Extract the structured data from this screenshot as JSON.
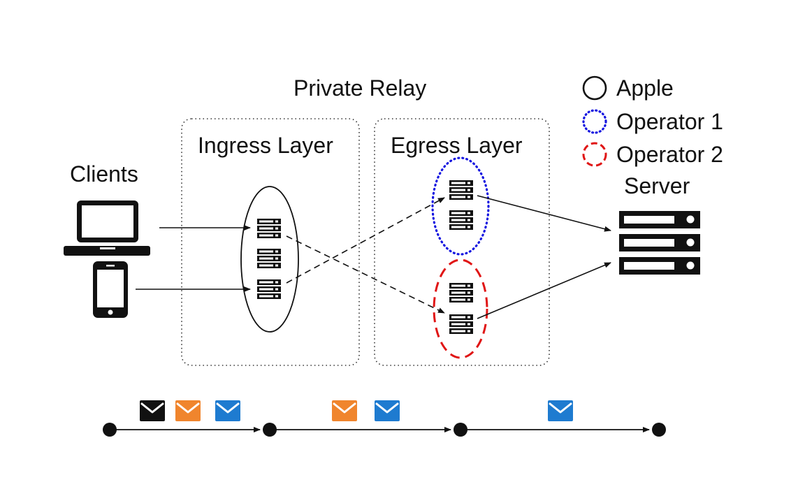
{
  "diagram": {
    "title": "Private Relay",
    "ingress_label": "Ingress Layer",
    "egress_label": "Egress Layer",
    "clients_label": "Clients",
    "server_label": "Server",
    "legend": [
      {
        "label": "Apple",
        "style": "solid",
        "color": "#000000"
      },
      {
        "label": "Operator 1",
        "style": "dotted",
        "color": "#1515e0"
      },
      {
        "label": "Operator 2",
        "style": "dashed",
        "color": "#e01515"
      }
    ],
    "icons": {
      "laptop": "laptop-icon",
      "phone": "smartphone-icon",
      "server_rack": "server-rack-icon",
      "envelope": "envelope-icon"
    },
    "colors": {
      "envelope_black": "#111111",
      "envelope_orange": "#f0852d",
      "envelope_blue": "#1e7bd0",
      "operator1": "#1515e0",
      "operator2": "#e01515"
    }
  }
}
